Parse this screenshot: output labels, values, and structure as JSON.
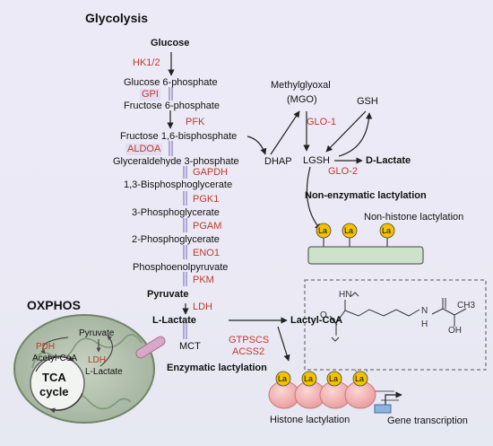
{
  "titles": {
    "glycolysis": "Glycolysis",
    "oxphos": "OXPHOS"
  },
  "pathway": {
    "glucose": "Glucose",
    "g6p": "Glucose 6-phosphate",
    "f6p": "Fructose 6-phosphate",
    "f16bp": "Fructose 1,6-bisphosphate",
    "g3p": "Glyceraldehyde 3-phosphate",
    "bpg": "1,3-Bisphosphoglycerate",
    "pg3": "3-Phosphoglycerate",
    "pg2": "2-Phosphoglycerate",
    "pep": "Phosphoenolpyruvate",
    "pyruvate": "Pyruvate",
    "llactate": "L-Lactate",
    "lactylcoa": "Lactyl-CoA",
    "dhap": "DHAP"
  },
  "enzymes": {
    "hk": "HK1/2",
    "gpi": "GPI",
    "pfk": "PFK",
    "aldoa": "ALDOA",
    "gapdh": "GAPDH",
    "pgk1": "PGK1",
    "pgam": "PGAM",
    "eno1": "ENO1",
    "pkm": "PKM",
    "ldh": "LDH",
    "gtpscs": "GTPSCS",
    "acss2": "ACSS2",
    "glo1": "GLO-1",
    "glo2": "GLO-2"
  },
  "glyoxalase": {
    "mgo_line1": "Methylglyoxal",
    "mgo_line2": "(MGO)",
    "gsh": "GSH",
    "lgsh": "LGSH",
    "dlactate": "D-Lactate"
  },
  "labels": {
    "nonenzymatic": "Non-enzymatic lactylation",
    "nonhistone": "Non-histone lactylation",
    "enzymatic": "Enzymatic lactylation",
    "histone": "Histone lactylation",
    "gene": "Gene transcription",
    "mct": "MCT",
    "la": "La"
  },
  "mito": {
    "pyruvate": "Pyruvate",
    "pdh": "PDH",
    "acetylcoa": "Acetyl-CoA",
    "ldh": "LDH",
    "llactate": "L-Lactate",
    "tca1": "TCA",
    "tca2": "cycle"
  },
  "structure": {
    "hn": "HN",
    "o": "O",
    "n": "N",
    "h": "H",
    "oh": "OH",
    "ch3": "CH3"
  },
  "colors": {
    "enzyme": "#c0392b",
    "la_marker": "#f2c200",
    "nucleosome": "#f3b3b3",
    "mito": "#aebfa8",
    "membrane": "#cde3c9"
  }
}
